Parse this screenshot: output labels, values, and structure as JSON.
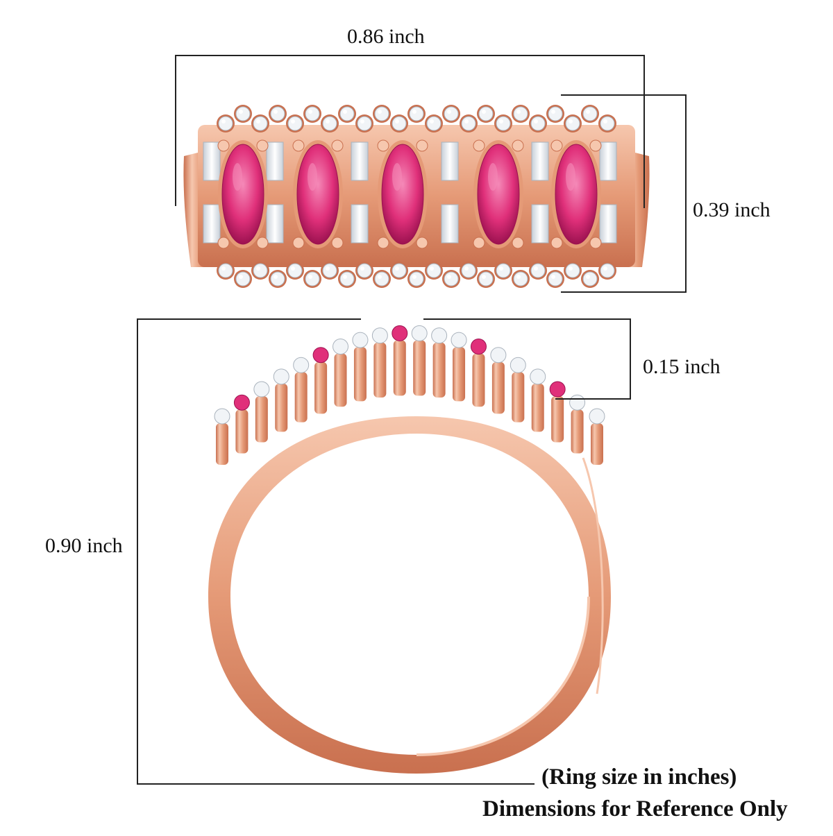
{
  "dimensions": {
    "top_width": "0.86 inch",
    "top_height": "0.39 inch",
    "side_band": "0.15 inch",
    "side_height": "0.90 inch"
  },
  "footer": {
    "line1": "(Ring size in inches)",
    "line2": "Dimensions for Reference Only"
  },
  "colors": {
    "rose_gold": "#e59a77",
    "rose_gold_dark": "#c9704f",
    "rose_gold_light": "#f6c7ae",
    "ruby": "#e0307a",
    "ruby_light": "#f58ab8",
    "ruby_dark": "#9c1250",
    "diamond": "#f1f4f7",
    "diamond_edge": "#aab3bd",
    "dimension_line": "#222222"
  }
}
